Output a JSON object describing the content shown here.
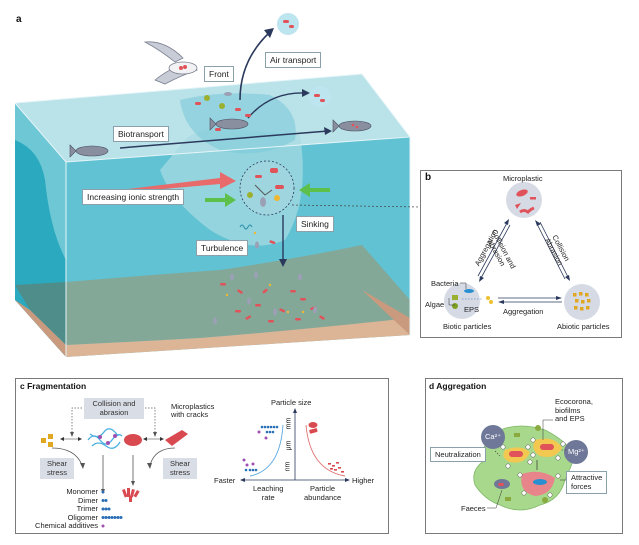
{
  "figure": {
    "panel_a": {
      "letter": "a",
      "labels": {
        "front": "Front",
        "air_transport": "Air transport",
        "biotransport": "Biotransport",
        "increasing_ionic_strength": "Increasing ionic strength",
        "turbulence": "Turbulence",
        "sinking": "Sinking"
      }
    },
    "panel_b": {
      "letter": "b",
      "nodes": {
        "microplastic": "Microplastic",
        "biotic": "Biotic particles",
        "abiotic": "Abiotic particles"
      },
      "edges": {
        "left_outer": "Aggregation",
        "left_inner_1": "Collision and",
        "left_inner_2": "abrasion",
        "right_1": "Collision",
        "right_2": "Abrasion",
        "bottom": "Aggregation"
      },
      "biotic_parts": {
        "bacteria": "Bacteria",
        "algae": "Algae",
        "eps": "EPS"
      }
    },
    "panel_c": {
      "letter": "c",
      "title": "Fragmentation",
      "collision_box": [
        "Collision and",
        "abrasion"
      ],
      "microplastics_cracks": [
        "Microplastics",
        "with cracks"
      ],
      "shear_left": [
        "Shear",
        "stress"
      ],
      "shear_right": [
        "Shear",
        "stress"
      ],
      "legend": [
        {
          "label": "Monomer",
          "beads": 1,
          "color": "#2a6fb5"
        },
        {
          "label": "Dimer",
          "beads": 2,
          "color": "#2a6fb5"
        },
        {
          "label": "Trimer",
          "beads": 3,
          "color": "#2a6fb5"
        },
        {
          "label": "Oligomer",
          "beads": 7,
          "color": "#2a6fb5"
        },
        {
          "label": "Chemical additives",
          "beads": 1,
          "color": "#a050b0"
        }
      ],
      "graph": {
        "y_axis_label": "Particle size",
        "y_ticks": [
          "mm",
          "μm",
          "nm"
        ],
        "left_label": "Faster",
        "right_label": "Higher",
        "left_axis_label": [
          "Leaching",
          "rate"
        ],
        "right_axis_label": [
          "Particle",
          "abundance"
        ]
      }
    },
    "panel_d": {
      "letter": "d",
      "title": "Aggregation",
      "ca": "Ca²⁺",
      "mg": "Mg²⁺",
      "ecocorona": [
        "Ecocorona,",
        "biofilms",
        "and EPS"
      ],
      "neutralization": "Neutralization",
      "attractive": [
        "Attractive",
        "forces"
      ],
      "faeces": "Faeces"
    }
  },
  "colors": {
    "water_light": "#a9dbe3",
    "water_mid": "#5fc3d3",
    "water_deep": "#2aa9bf",
    "seabed": "#84a898",
    "sand": "#dcb496",
    "plastic_red": "#e0535a",
    "arrow_red": "#e86a6a",
    "arrow_green": "#5cc04a",
    "arrow_dark": "#2b3a5c",
    "fish": "#8a8f9f",
    "node_bg": "#d5dae5",
    "aggregate_green": "#a8d88c"
  }
}
